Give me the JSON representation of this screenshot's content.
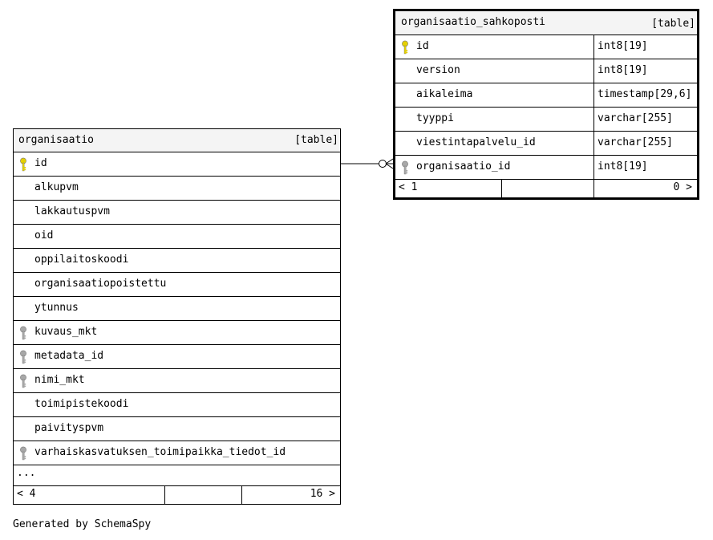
{
  "tables": {
    "organisaatio": {
      "name": "organisaatio",
      "kind": "[table]",
      "columns": [
        {
          "name": "id",
          "key": "primary"
        },
        {
          "name": "alkupvm",
          "key": "none"
        },
        {
          "name": "lakkautuspvm",
          "key": "none"
        },
        {
          "name": "oid",
          "key": "none"
        },
        {
          "name": "oppilaitoskoodi",
          "key": "none"
        },
        {
          "name": "organisaatiopoistettu",
          "key": "none"
        },
        {
          "name": "ytunnus",
          "key": "none"
        },
        {
          "name": "kuvaus_mkt",
          "key": "foreign"
        },
        {
          "name": "metadata_id",
          "key": "foreign"
        },
        {
          "name": "nimi_mkt",
          "key": "foreign"
        },
        {
          "name": "toimipistekoodi",
          "key": "none"
        },
        {
          "name": "paivityspvm",
          "key": "none"
        },
        {
          "name": "varhaiskasvatuksen_toimipaikka_tiedot_id",
          "key": "foreign"
        }
      ],
      "more": "...",
      "footer": {
        "parents": "< 4",
        "children": "16 >"
      }
    },
    "organisaatio_sahkoposti": {
      "name": "organisaatio_sahkoposti",
      "kind": "[table]",
      "columns": [
        {
          "name": "id",
          "type": "int8[19]",
          "key": "primary"
        },
        {
          "name": "version",
          "type": "int8[19]",
          "key": "none"
        },
        {
          "name": "aikaleima",
          "type": "timestamp[29,6]",
          "key": "none"
        },
        {
          "name": "tyyppi",
          "type": "varchar[255]",
          "key": "none"
        },
        {
          "name": "viestintapalvelu_id",
          "type": "varchar[255]",
          "key": "none"
        },
        {
          "name": "organisaatio_id",
          "type": "int8[19]",
          "key": "foreign"
        }
      ],
      "footer": {
        "parents": "< 1",
        "children": "0 >"
      }
    }
  },
  "colors": {
    "primary_key": "#e5d000",
    "foreign_key": "#a8a8a8",
    "header_bg": "#f4f4f4"
  },
  "caption": "Generated by SchemaSpy"
}
